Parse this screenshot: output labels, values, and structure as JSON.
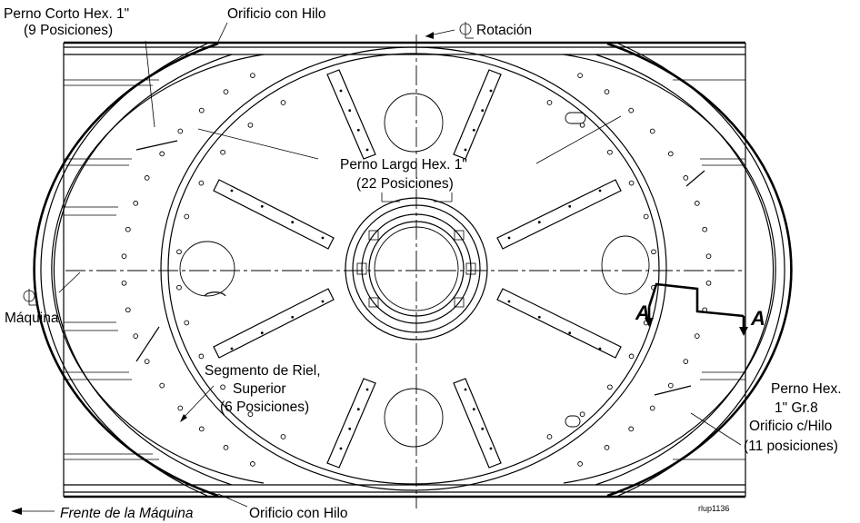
{
  "labels": {
    "short_bolt": "Perno Corto Hex. 1\"",
    "short_bolt_qty": "(9 Posiciones)",
    "threaded_hole_top": "Orificio con Hilo",
    "rotation_cl": "Rotación",
    "long_bolt": "Perno Largo Hex. 1\"",
    "long_bolt_qty": "(22 Posiciones)",
    "machine_cl": "Máquina",
    "rail_segment": "Segmento de Riel,",
    "rail_segment_2": "Superior",
    "rail_segment_qty": "(6 Posiciones)",
    "hex_bolt": "Perno Hex.",
    "hex_bolt_grade": "1\" Gr.8",
    "hex_bolt_hole": "Orificio c/Hilo",
    "hex_bolt_qty": "(11 posiciones)",
    "machine_front": "Frente de la Máquina",
    "threaded_hole_bottom": "Orificio con Hilo",
    "section_a_left": "A",
    "section_a_right": "A",
    "figure_id": "rlup1136"
  },
  "symbols": {
    "centerline_top": "centerline-symbol",
    "centerline_left": "centerline-symbol"
  }
}
